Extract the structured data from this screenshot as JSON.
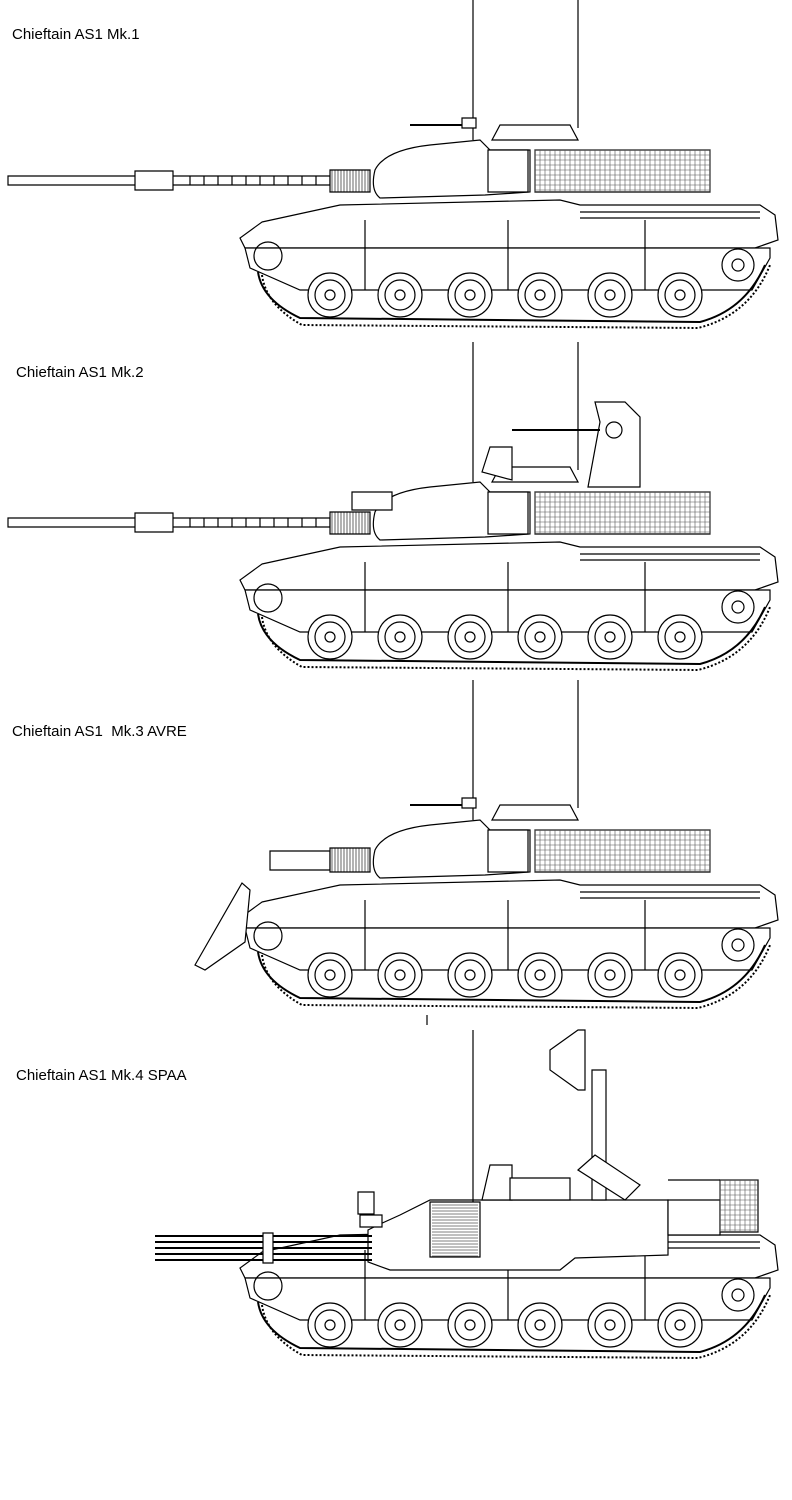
{
  "variants": [
    {
      "label": "Chieftain AS1 Mk.1",
      "weapon": "main-gun"
    },
    {
      "label": "Chieftain AS1 Mk.2",
      "weapon": "main-gun-with-cupola-mg"
    },
    {
      "label": "Chieftain AS1  Mk.3 AVRE",
      "weapon": "demolition-gun-and-dozer-blade"
    },
    {
      "label": "Chieftain AS1 Mk.4 SPAA",
      "weapon": "rotary-cannon-and-radar"
    }
  ],
  "colors": {
    "line": "#000000",
    "background": "#ffffff",
    "mesh": "#555555"
  }
}
